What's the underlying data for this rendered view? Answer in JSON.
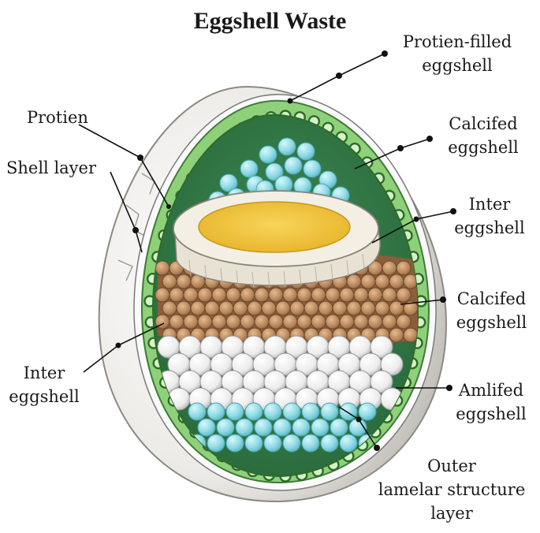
{
  "title": "Eggshell Waste",
  "labels": {
    "protein_filled": [
      "Protien-filled",
      "eggshell"
    ],
    "calcified_top": [
      "Calcifed",
      "eggshell"
    ],
    "inter_right": [
      "Inter",
      "eggshell"
    ],
    "calcified_mid": [
      "Calcifed",
      "eggshell"
    ],
    "amlified": [
      "Amlifed",
      "eggshell"
    ],
    "outer_lamelar": [
      "Outer",
      "lamelar structure",
      "layer"
    ],
    "protien": [
      "Protien"
    ],
    "shell_layer": [
      "Shell layer"
    ],
    "inter_left": [
      "Inter",
      "eggshell"
    ]
  },
  "colors": {
    "green_layer": "#8fd07a",
    "pore_ring": "#2e6b2a",
    "yolk": "#f2c43a",
    "brown_cells": "#a97a52",
    "white_spheres": "#f4f4f4",
    "blue_spheres": "#8fdbe6"
  }
}
